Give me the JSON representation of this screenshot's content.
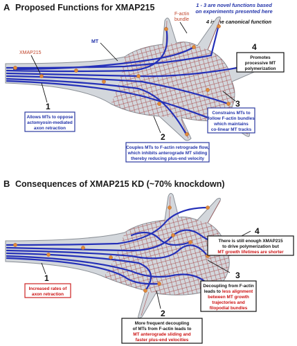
{
  "panel_a": {
    "letter": "A",
    "title": "Proposed Functions for XMAP215",
    "note_line1": "1 - 3 are novel functions based",
    "note_line2": "on experiments presented here",
    "note_line3": "4 is the canonical function",
    "label_factin_1": "F-actin",
    "label_factin_2": "bundle",
    "label_mt": "MT",
    "label_xmap": "XMAP215",
    "items": [
      {
        "num": "1",
        "lines": [
          "Allows MTs to oppose",
          "actomyosin-mediated",
          "axon retraction"
        ]
      },
      {
        "num": "2",
        "lines": [
          "Couples MTs to F-actin retrograde flow,",
          "which inhibits anterograde MT sliding",
          "thereby reducing plus-end velocity"
        ]
      },
      {
        "num": "3",
        "lines": [
          "Constrains MTs to",
          "follow F-actin bundles",
          "which maintains",
          "co-linear MT tracks"
        ]
      },
      {
        "num": "4",
        "lines": [
          "Promotes",
          "processive MT",
          "polymerization"
        ]
      }
    ]
  },
  "panel_b": {
    "letter": "B",
    "title": "Consequences of XMAP215 KD (~70% knockdown)",
    "items": [
      {
        "num": "1",
        "lines": [
          "Increased rates of",
          "axon retraction"
        ]
      },
      {
        "num": "2",
        "lines_black": [
          "More frequent decoupling",
          "of MTs from F-actin leads to"
        ],
        "lines_red": [
          "MT anterograde sliding and",
          "faster plus-end velocities"
        ]
      },
      {
        "num": "3",
        "lines_black": [
          "Decoupling from F-actin",
          "leads to"
        ],
        "inline_red": "less alignment",
        "lines_red": [
          "between MT growth",
          "trajectories and",
          "filopodial bundles"
        ]
      },
      {
        "num": "4",
        "lines_black": [
          "There is still enough XMAP215",
          "to drive polymerization but"
        ],
        "lines_red": [
          "MT growth lifetimes are shorter"
        ]
      }
    ]
  },
  "colors": {
    "mt": "#2430b8",
    "xmap_dot": "#e08a3a",
    "actin": "#a03030",
    "cell": "#d3d7dc",
    "panel_a_box": "#2b3aa0",
    "panel_b_text": "#cc1111"
  }
}
